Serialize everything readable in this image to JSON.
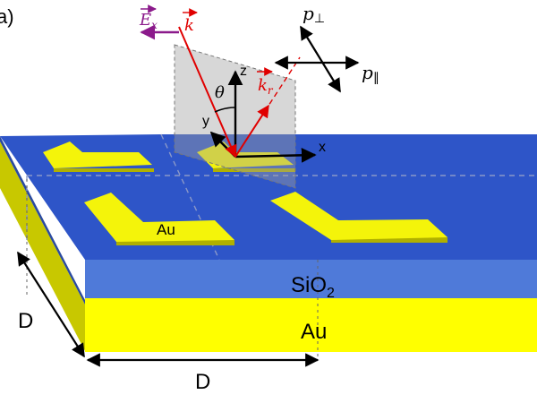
{
  "panel": {
    "label": "a)"
  },
  "vectors": {
    "field_base": "E",
    "field_sub": "x",
    "k_incident": "k",
    "k_reflected_base": "k",
    "k_reflected_sub": "r",
    "angle": "θ"
  },
  "polarization": {
    "perp_base": "p",
    "perp_sub": "⊥",
    "par_base": "p",
    "par_sub": "∥"
  },
  "axes": {
    "x": "x",
    "y": "y",
    "z": "z"
  },
  "materials": {
    "particle": "Au",
    "spacer_base": "SiO",
    "spacer_sub": "2",
    "substrate": "Au"
  },
  "dimensions": {
    "period_side": "D",
    "period_front": "D"
  },
  "colors": {
    "substrate": "#ffff00",
    "substrate_side": "#c8c800",
    "spacer_front": "#4f7ad9",
    "spacer_top": "#2e55c8",
    "spacer_side": "#2a4aa0",
    "particle": "#f4f40a",
    "particle_side": "#b0b000",
    "field": "#8b1a8b",
    "wavevector": "#e00000",
    "plane": "#a0a0a0"
  }
}
